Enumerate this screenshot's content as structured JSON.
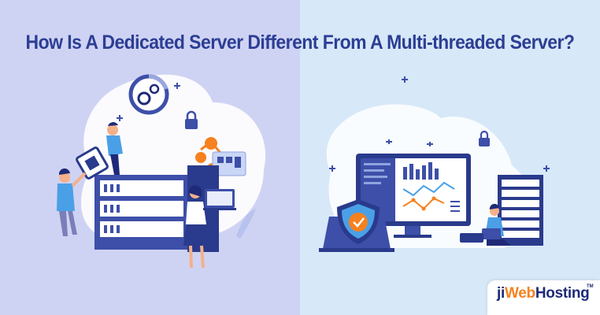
{
  "title": "How Is A Dedicated Server Different From A Multi-threaded Server?",
  "logo": {
    "part1": "ji",
    "part2": "Web",
    "part3": "Hosting",
    "tm": "TM"
  },
  "colors": {
    "left_bg": "#cfd3f3",
    "right_bg": "#d7e8f8",
    "title": "#2c3e94",
    "accent_orange": "#f6811f",
    "server_blue": "#3d4fa8"
  },
  "icons": [
    "gear-icon",
    "padlock-icon",
    "shield-check-icon",
    "server-rack-icon",
    "monitor-chart-icon",
    "laptop-icon",
    "person-icon"
  ]
}
